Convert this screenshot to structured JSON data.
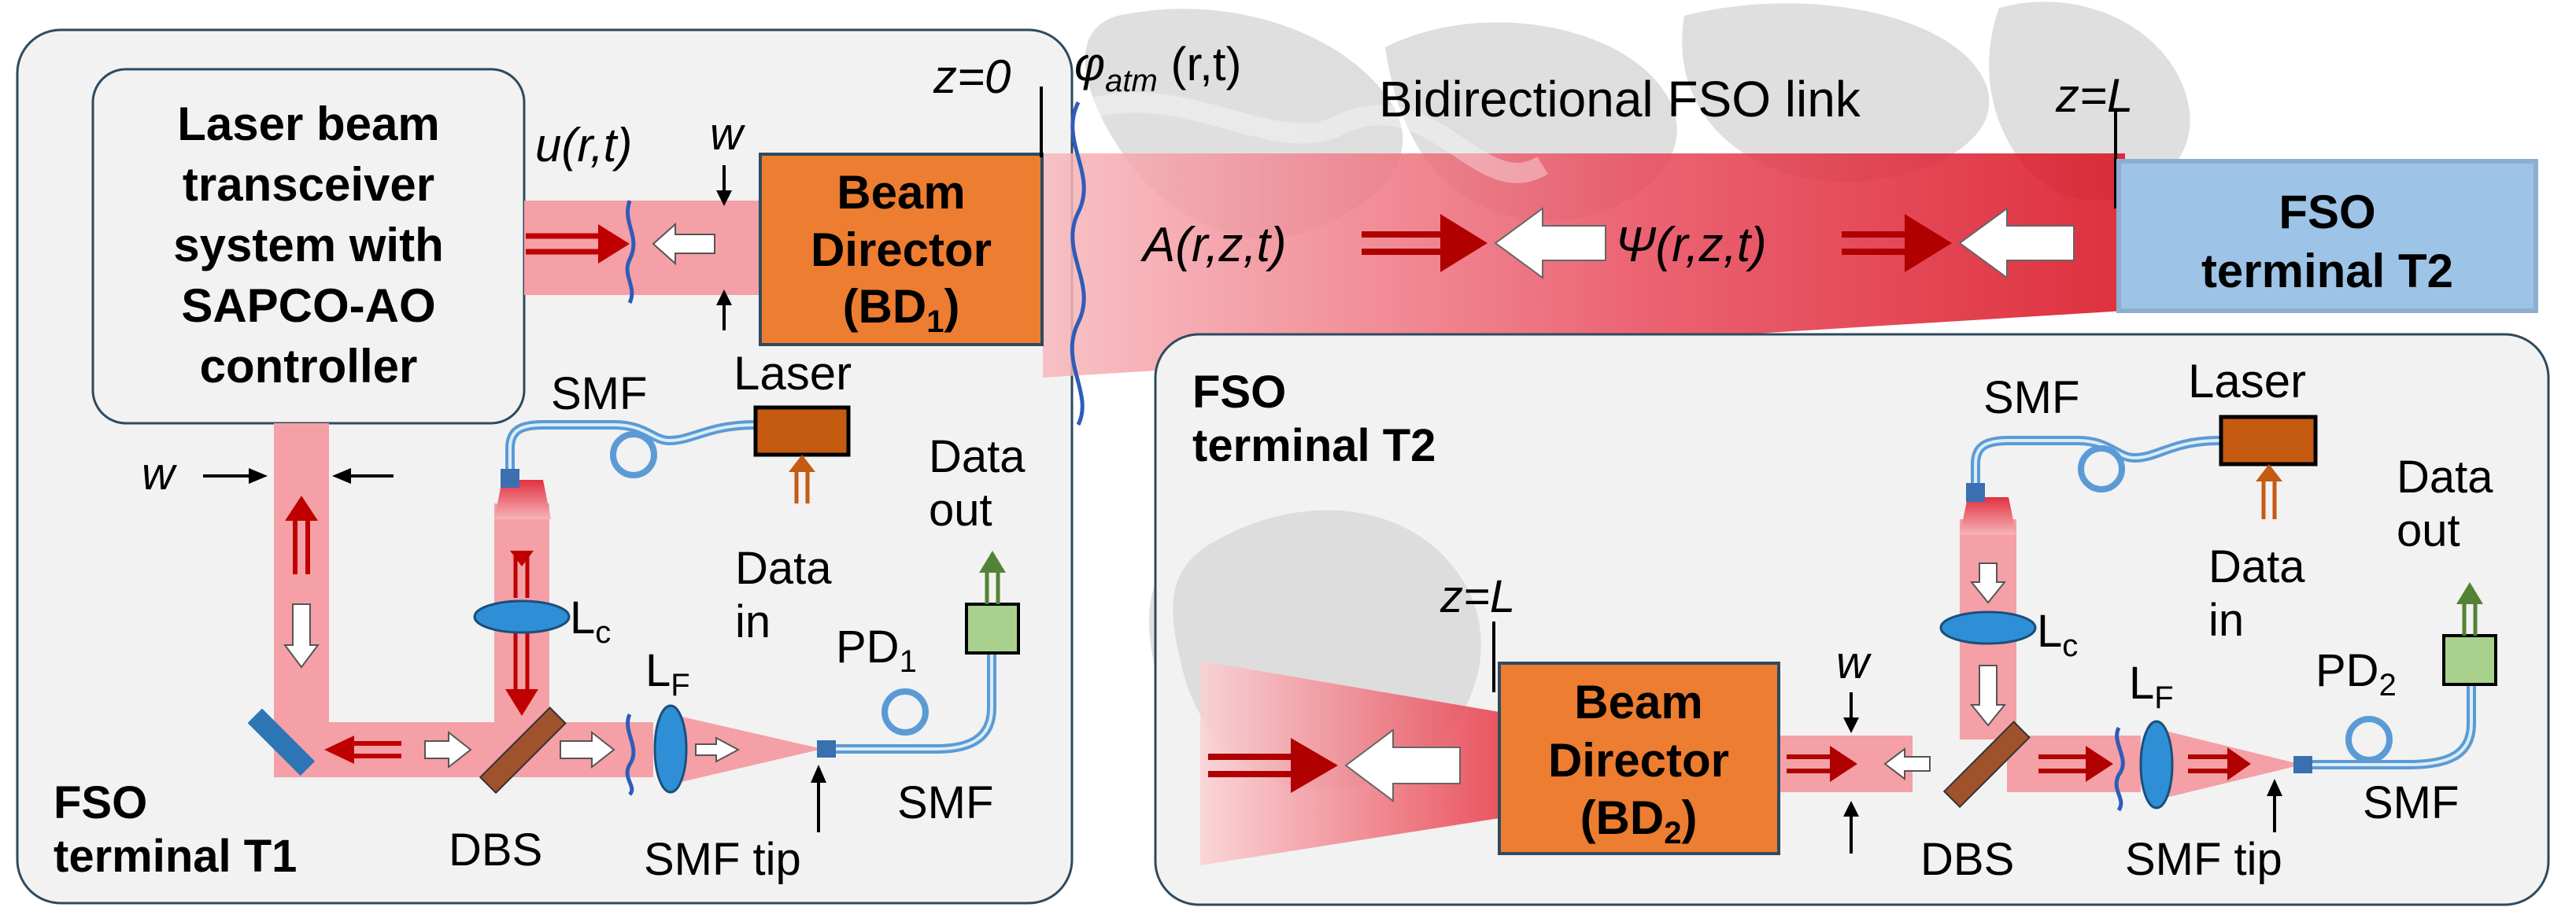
{
  "colors": {
    "beam": "#f4a0a6",
    "beam_dark": "#d4161e",
    "panel": "#f2f2f2",
    "panel_stroke": "#2e4a5e",
    "beam_director": "#ed7d31",
    "terminal_box": "#9dc3e6",
    "laser": "#c55a11",
    "photodiode": "#a9d18e",
    "dbs": "#a0522d",
    "mirror": "#2e75b6",
    "lens": "#2e8fd6",
    "fiber": "#5b9bd5"
  },
  "link": {
    "z0": "z=0",
    "zL": "z=L",
    "phi_sym": "φ",
    "phi_sub": "atm",
    "phi_args": " (r,t)",
    "title": "Bidirectional FSO link",
    "A_field": "A(r,z,t)",
    "Psi_field": "Ψ(r,z,t)",
    "terminal_box_line1": "FSO",
    "terminal_box_line2": "terminal T2"
  },
  "t1": {
    "controller_line1": "Laser beam",
    "controller_line2": "transceiver",
    "controller_line3": "system with",
    "controller_line4": "SAPCO-AO",
    "controller_line5": "controller",
    "u_field": "u(r,t)",
    "w_top": "w",
    "w_left": "w",
    "bd_line1": "Beam",
    "bd_line2": "Director",
    "bd_line3_main": "(BD",
    "bd_line3_sub": "1",
    "bd_line3_end": ")",
    "smf_top": "SMF",
    "laser": "Laser",
    "data_in_1": "Data",
    "data_in_2": "in",
    "data_out_1": "Data",
    "data_out_2": "out",
    "lc_main": "L",
    "lc_sub": "c",
    "lf_main": "L",
    "lf_sub": "F",
    "pd_main": "PD",
    "pd_sub": "1",
    "dbs": "DBS",
    "smf_tip": "SMF tip",
    "smf_bottom": "SMF",
    "panel_line1": "FSO",
    "panel_line2": "terminal T1"
  },
  "t2": {
    "panel_line1": "FSO",
    "panel_line2": "terminal T2",
    "zL": "z=L",
    "w": "w",
    "bd_line1": "Beam",
    "bd_line2": "Director",
    "bd_line3_main": "(BD",
    "bd_line3_sub": "2",
    "bd_line3_end": ")",
    "smf_top": "SMF",
    "laser": "Laser",
    "data_in_1": "Data",
    "data_in_2": "in",
    "data_out_1": "Data",
    "data_out_2": "out",
    "lc_main": "L",
    "lc_sub": "c",
    "lf_main": "L",
    "lf_sub": "F",
    "pd_main": "PD",
    "pd_sub": "2",
    "dbs": "DBS",
    "smf_tip": "SMF tip",
    "smf_bottom": "SMF"
  }
}
